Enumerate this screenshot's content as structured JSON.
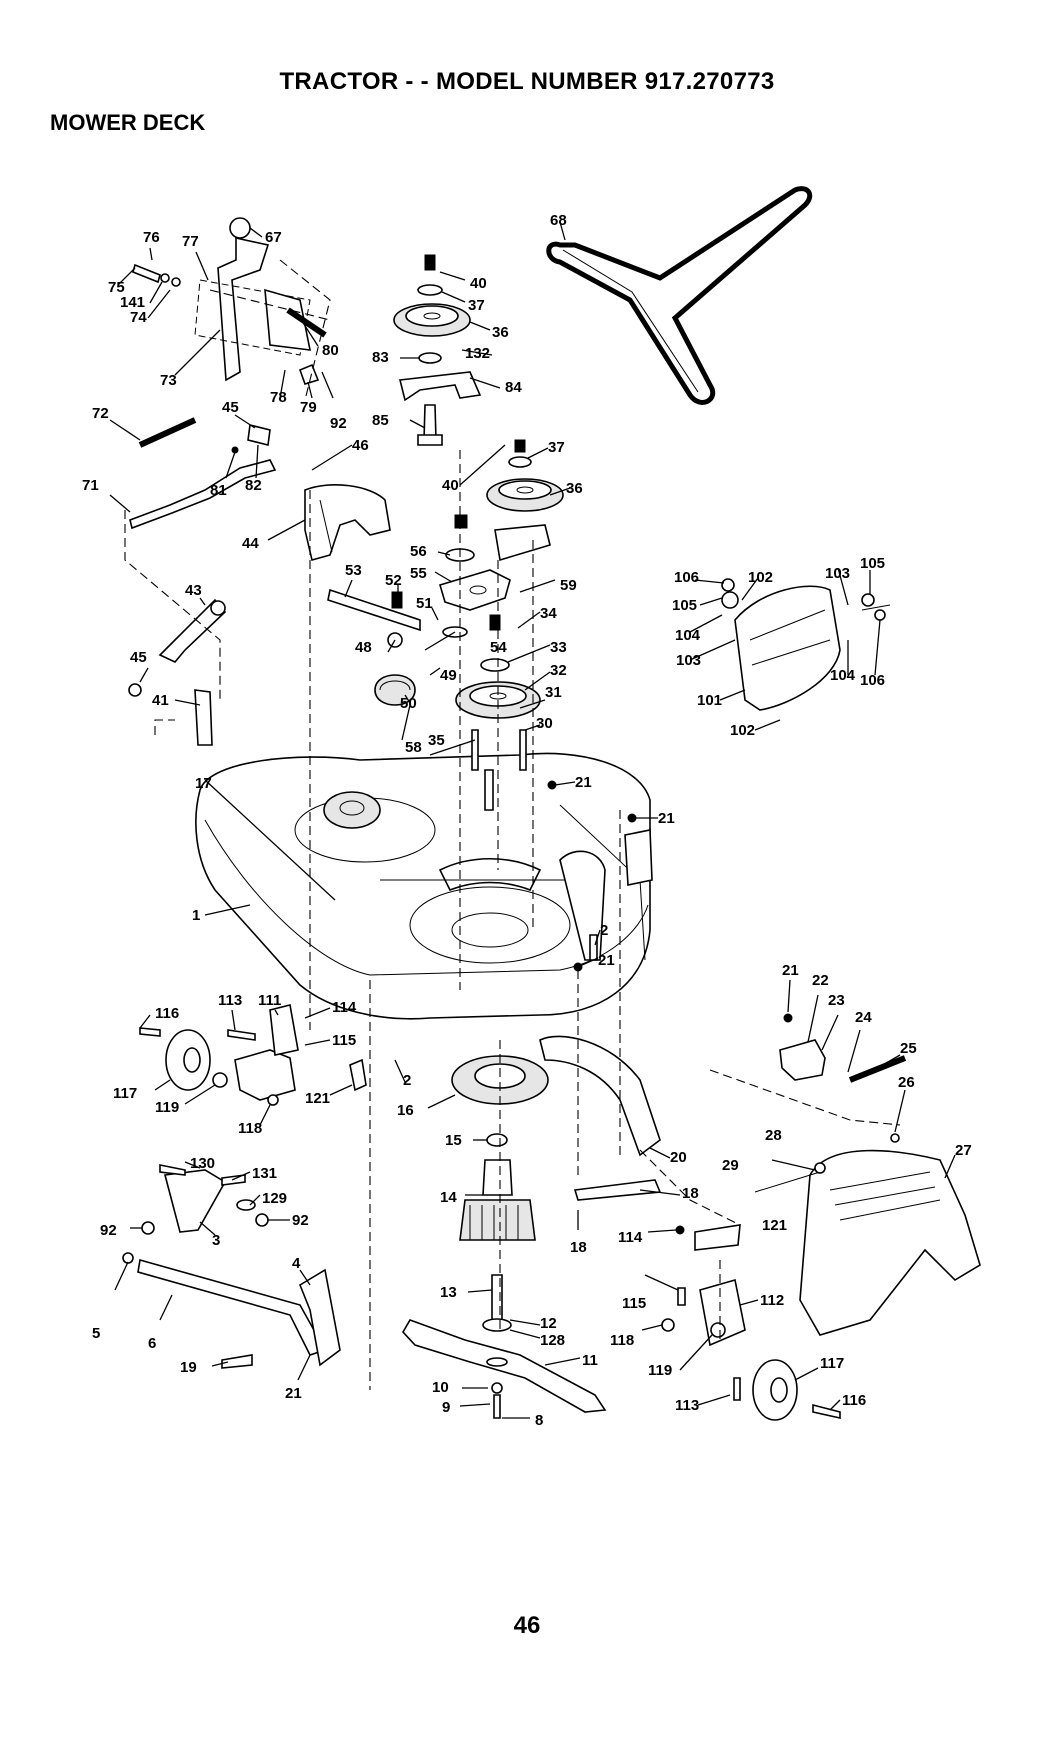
{
  "page": {
    "title": "TRACTOR - - MODEL NUMBER 917.270773",
    "section": "MOWER DECK",
    "page_number": "46"
  },
  "callouts": [
    "76",
    "77",
    "67",
    "75",
    "141",
    "74",
    "80",
    "73",
    "78",
    "79",
    "92",
    "72",
    "45",
    "81",
    "82",
    "71",
    "40",
    "37",
    "36",
    "83",
    "132",
    "84",
    "85",
    "68",
    "46",
    "37",
    "40",
    "36",
    "44",
    "56",
    "55",
    "59",
    "53",
    "52",
    "51",
    "34",
    "48",
    "54",
    "33",
    "49",
    "32",
    "50",
    "31",
    "58",
    "35",
    "30",
    "43",
    "45",
    "41",
    "17",
    "21",
    "21",
    "1",
    "2",
    "21",
    "106",
    "102",
    "103",
    "105",
    "105",
    "104",
    "103",
    "104",
    "106",
    "101",
    "102",
    "116",
    "113",
    "111",
    "114",
    "115",
    "117",
    "119",
    "121",
    "118",
    "2",
    "16",
    "21",
    "22",
    "23",
    "24",
    "25",
    "26",
    "130",
    "131",
    "129",
    "92",
    "92",
    "3",
    "15",
    "20",
    "14",
    "18",
    "28",
    "29",
    "27",
    "18",
    "114",
    "121",
    "4",
    "5",
    "6",
    "13",
    "12",
    "128",
    "11",
    "19",
    "21",
    "10",
    "9",
    "8",
    "115",
    "112",
    "118",
    "119",
    "117",
    "113",
    "116"
  ]
}
